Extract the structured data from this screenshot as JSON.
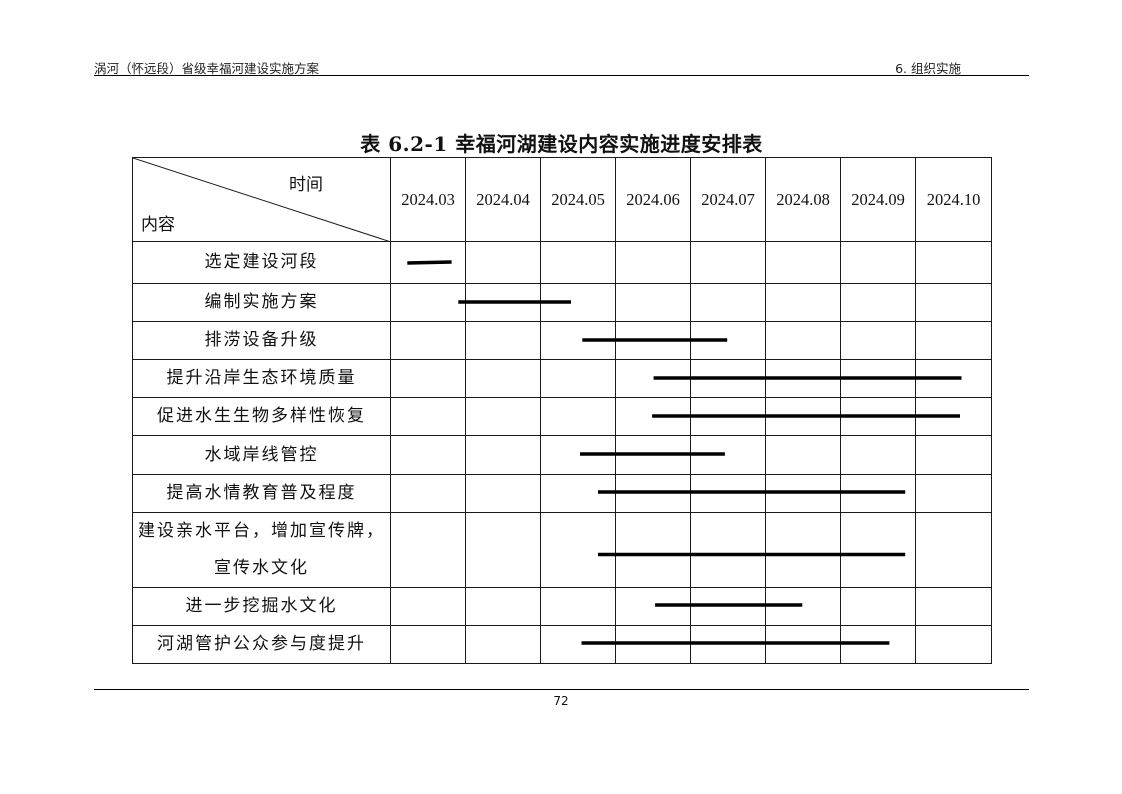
{
  "header": {
    "document_title": "涡河（怀远段）省级幸福河建设实施方案",
    "section": "6. 组织实施"
  },
  "table": {
    "title": "表 6.2-1  幸福河湖建设内容实施进度安排表",
    "corner_time_label": "时间",
    "corner_content_label": "内容",
    "months": [
      "2024.03",
      "2024.04",
      "2024.05",
      "2024.06",
      "2024.07",
      "2024.08",
      "2024.09",
      "2024.10"
    ],
    "tasks": [
      {
        "lines": [
          "选定建设河段"
        ],
        "bar_start": 0.23,
        "bar_end": 0.82
      },
      {
        "lines": [
          "编制实施方案"
        ],
        "bar_start": 0.91,
        "bar_end": 2.41
      },
      {
        "lines": [
          "排涝设备升级"
        ],
        "bar_start": 2.56,
        "bar_end": 4.49
      },
      {
        "lines": [
          "提升沿岸生态环境质量"
        ],
        "bar_start": 3.51,
        "bar_end": 7.61
      },
      {
        "lines": [
          "促进水生生物多样性恢复"
        ],
        "bar_start": 3.49,
        "bar_end": 7.59
      },
      {
        "lines": [
          "水域岸线管控"
        ],
        "bar_start": 2.53,
        "bar_end": 4.46
      },
      {
        "lines": [
          "提高水情教育普及程度"
        ],
        "bar_start": 2.77,
        "bar_end": 6.86
      },
      {
        "lines": [
          "建设亲水平台，增加宣传牌，",
          "宣传水文化"
        ],
        "bar_start": 2.77,
        "bar_end": 6.86
      },
      {
        "lines": [
          "进一步挖掘水文化"
        ],
        "bar_start": 3.53,
        "bar_end": 5.49
      },
      {
        "lines": [
          "河湖管护公众参与度提升"
        ],
        "bar_start": 2.55,
        "bar_end": 6.65
      }
    ]
  },
  "footer": {
    "page_number": "72"
  },
  "colors": {
    "bar": "#000000",
    "rule": "#000000"
  }
}
